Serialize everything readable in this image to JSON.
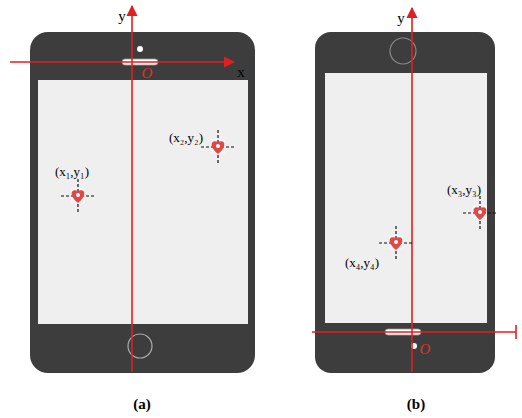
{
  "diagram": {
    "labels": [
      "y",
      "x",
      "O",
      "(x₁,y₁)",
      "(x₂,y₂)",
      "(a)",
      "y",
      "O",
      "(x₃,y₃)",
      "(x₄,y₄)",
      "(b)"
    ]
  }
}
